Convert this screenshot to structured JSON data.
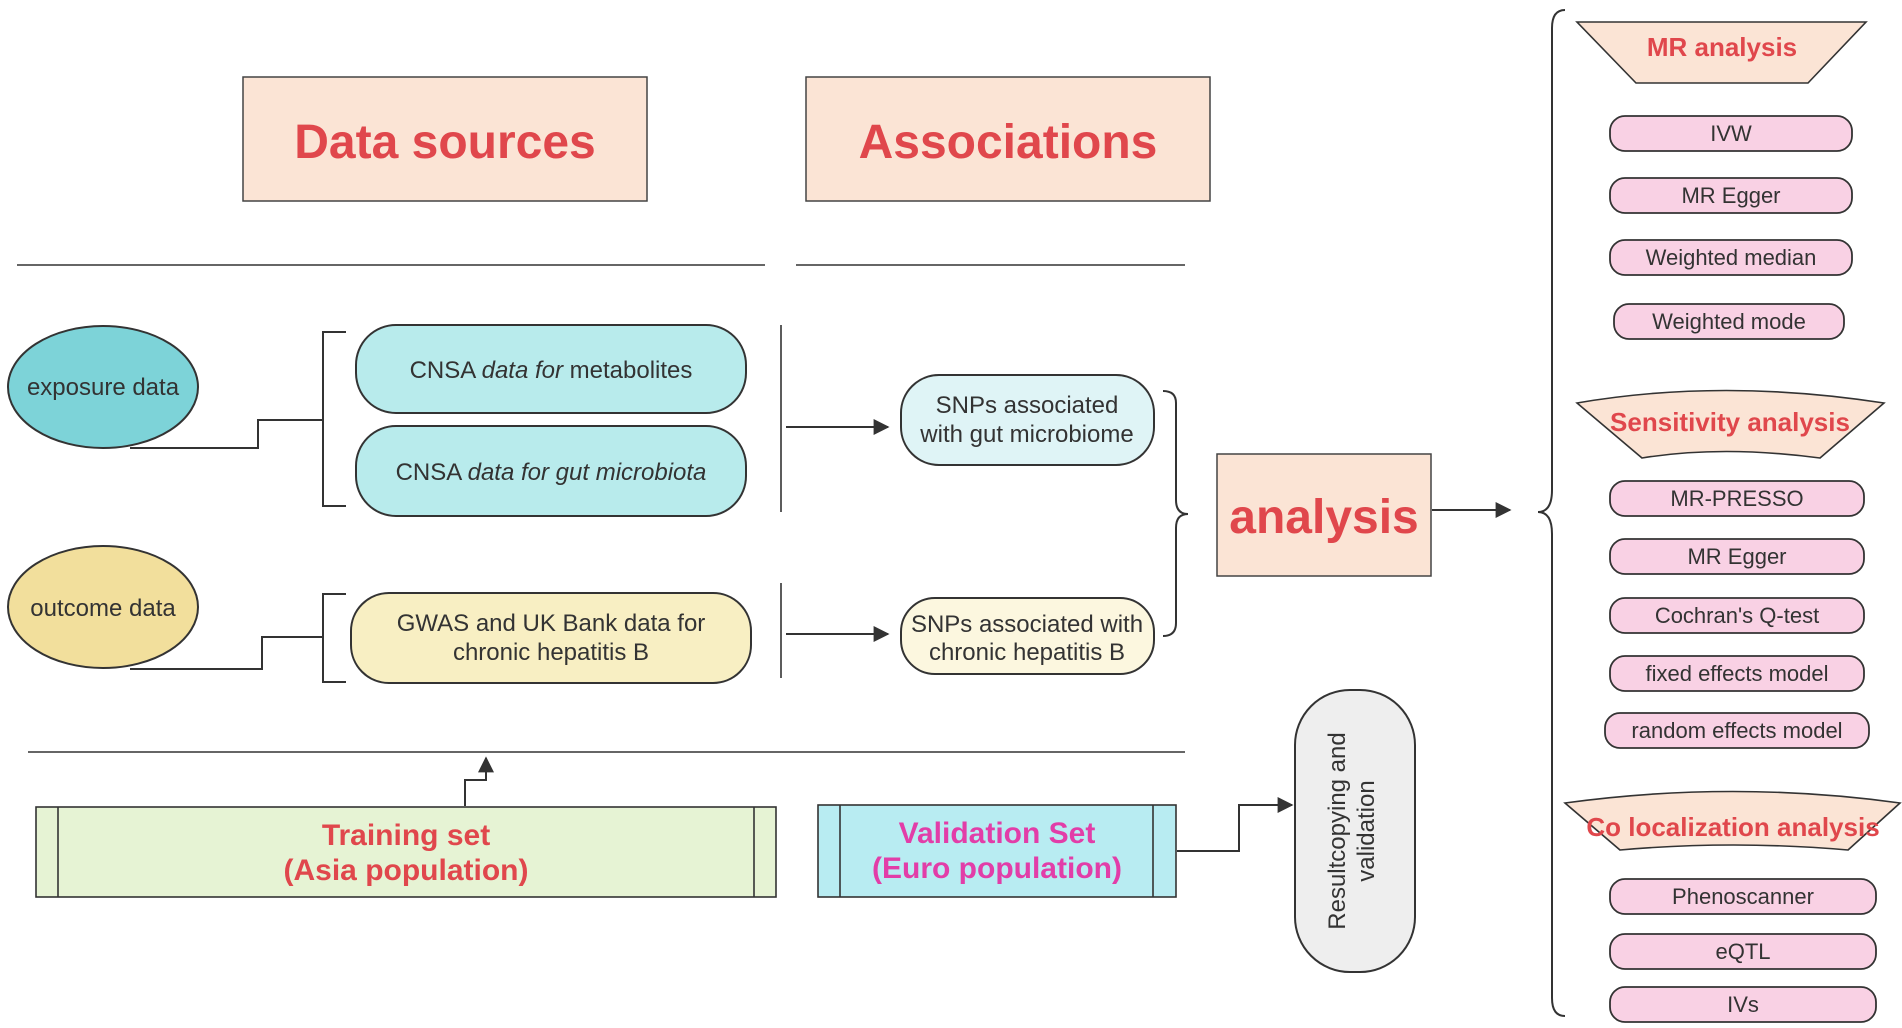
{
  "headers": {
    "data_sources": "Data sources",
    "associations": "Associations",
    "analysis": "analysis"
  },
  "ovals": {
    "exposure": "exposure data",
    "outcome": "outcome data"
  },
  "sources": {
    "metabolites": {
      "prefix": "CNSA ",
      "italic": "data for",
      "suffix": " metabolites"
    },
    "gut": {
      "prefix": "CNSA ",
      "italic": "data for gut microbiota"
    },
    "gwas_line1": "GWAS and UK Bank data for",
    "gwas_line2": "chronic hepatitis B"
  },
  "snps": {
    "gut_line1": "SNPs associated",
    "gut_line2": "with gut microbiome",
    "hep_line1": "SNPs associated with",
    "hep_line2": "chronic hepatitis B"
  },
  "sets": {
    "training_line1": "Training set",
    "training_line2": "(Asia population)",
    "validation_line1": "Validation Set",
    "validation_line2": "(Euro population)"
  },
  "result_box": {
    "line1": "Resultcopying and",
    "line2": "validation"
  },
  "mr_analysis": {
    "title": "MR analysis",
    "items": [
      "IVW",
      "MR Egger",
      "Weighted median",
      "Weighted mode"
    ]
  },
  "sensitivity_analysis": {
    "title": "Sensitivity analysis",
    "items": [
      "MR-PRESSO",
      "MR Egger",
      "Cochran's Q-test",
      "fixed effects model",
      "random effects model"
    ]
  },
  "colocalization_analysis": {
    "title": "Co localization analysis",
    "items": [
      "Phenoscanner",
      "eQTL",
      "IVs"
    ]
  },
  "colors": {
    "title_red": "#e0474c",
    "validation_magenta": "#e23da8",
    "header_fill": "#fbe4d5",
    "teal_oval": "#7dd3d8",
    "teal_box": "#b8ebec",
    "yellow_oval": "#f2df9c",
    "yellow_box": "#f8efc3",
    "pink_pill": "#f9d1e4",
    "green_bar": "#e6f3d4",
    "cyan_bar": "#b8ecf2"
  }
}
